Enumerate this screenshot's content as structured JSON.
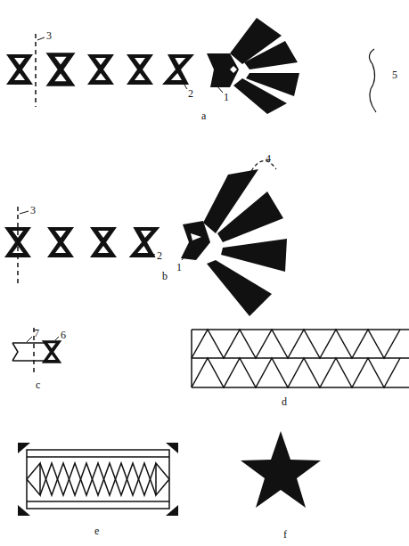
{
  "diagram": {
    "labels": [
      "3",
      "2",
      "1",
      "a",
      "4",
      "5",
      "3",
      "2",
      "1",
      "b",
      "7",
      "6",
      "c",
      "d",
      "e",
      "f"
    ]
  }
}
